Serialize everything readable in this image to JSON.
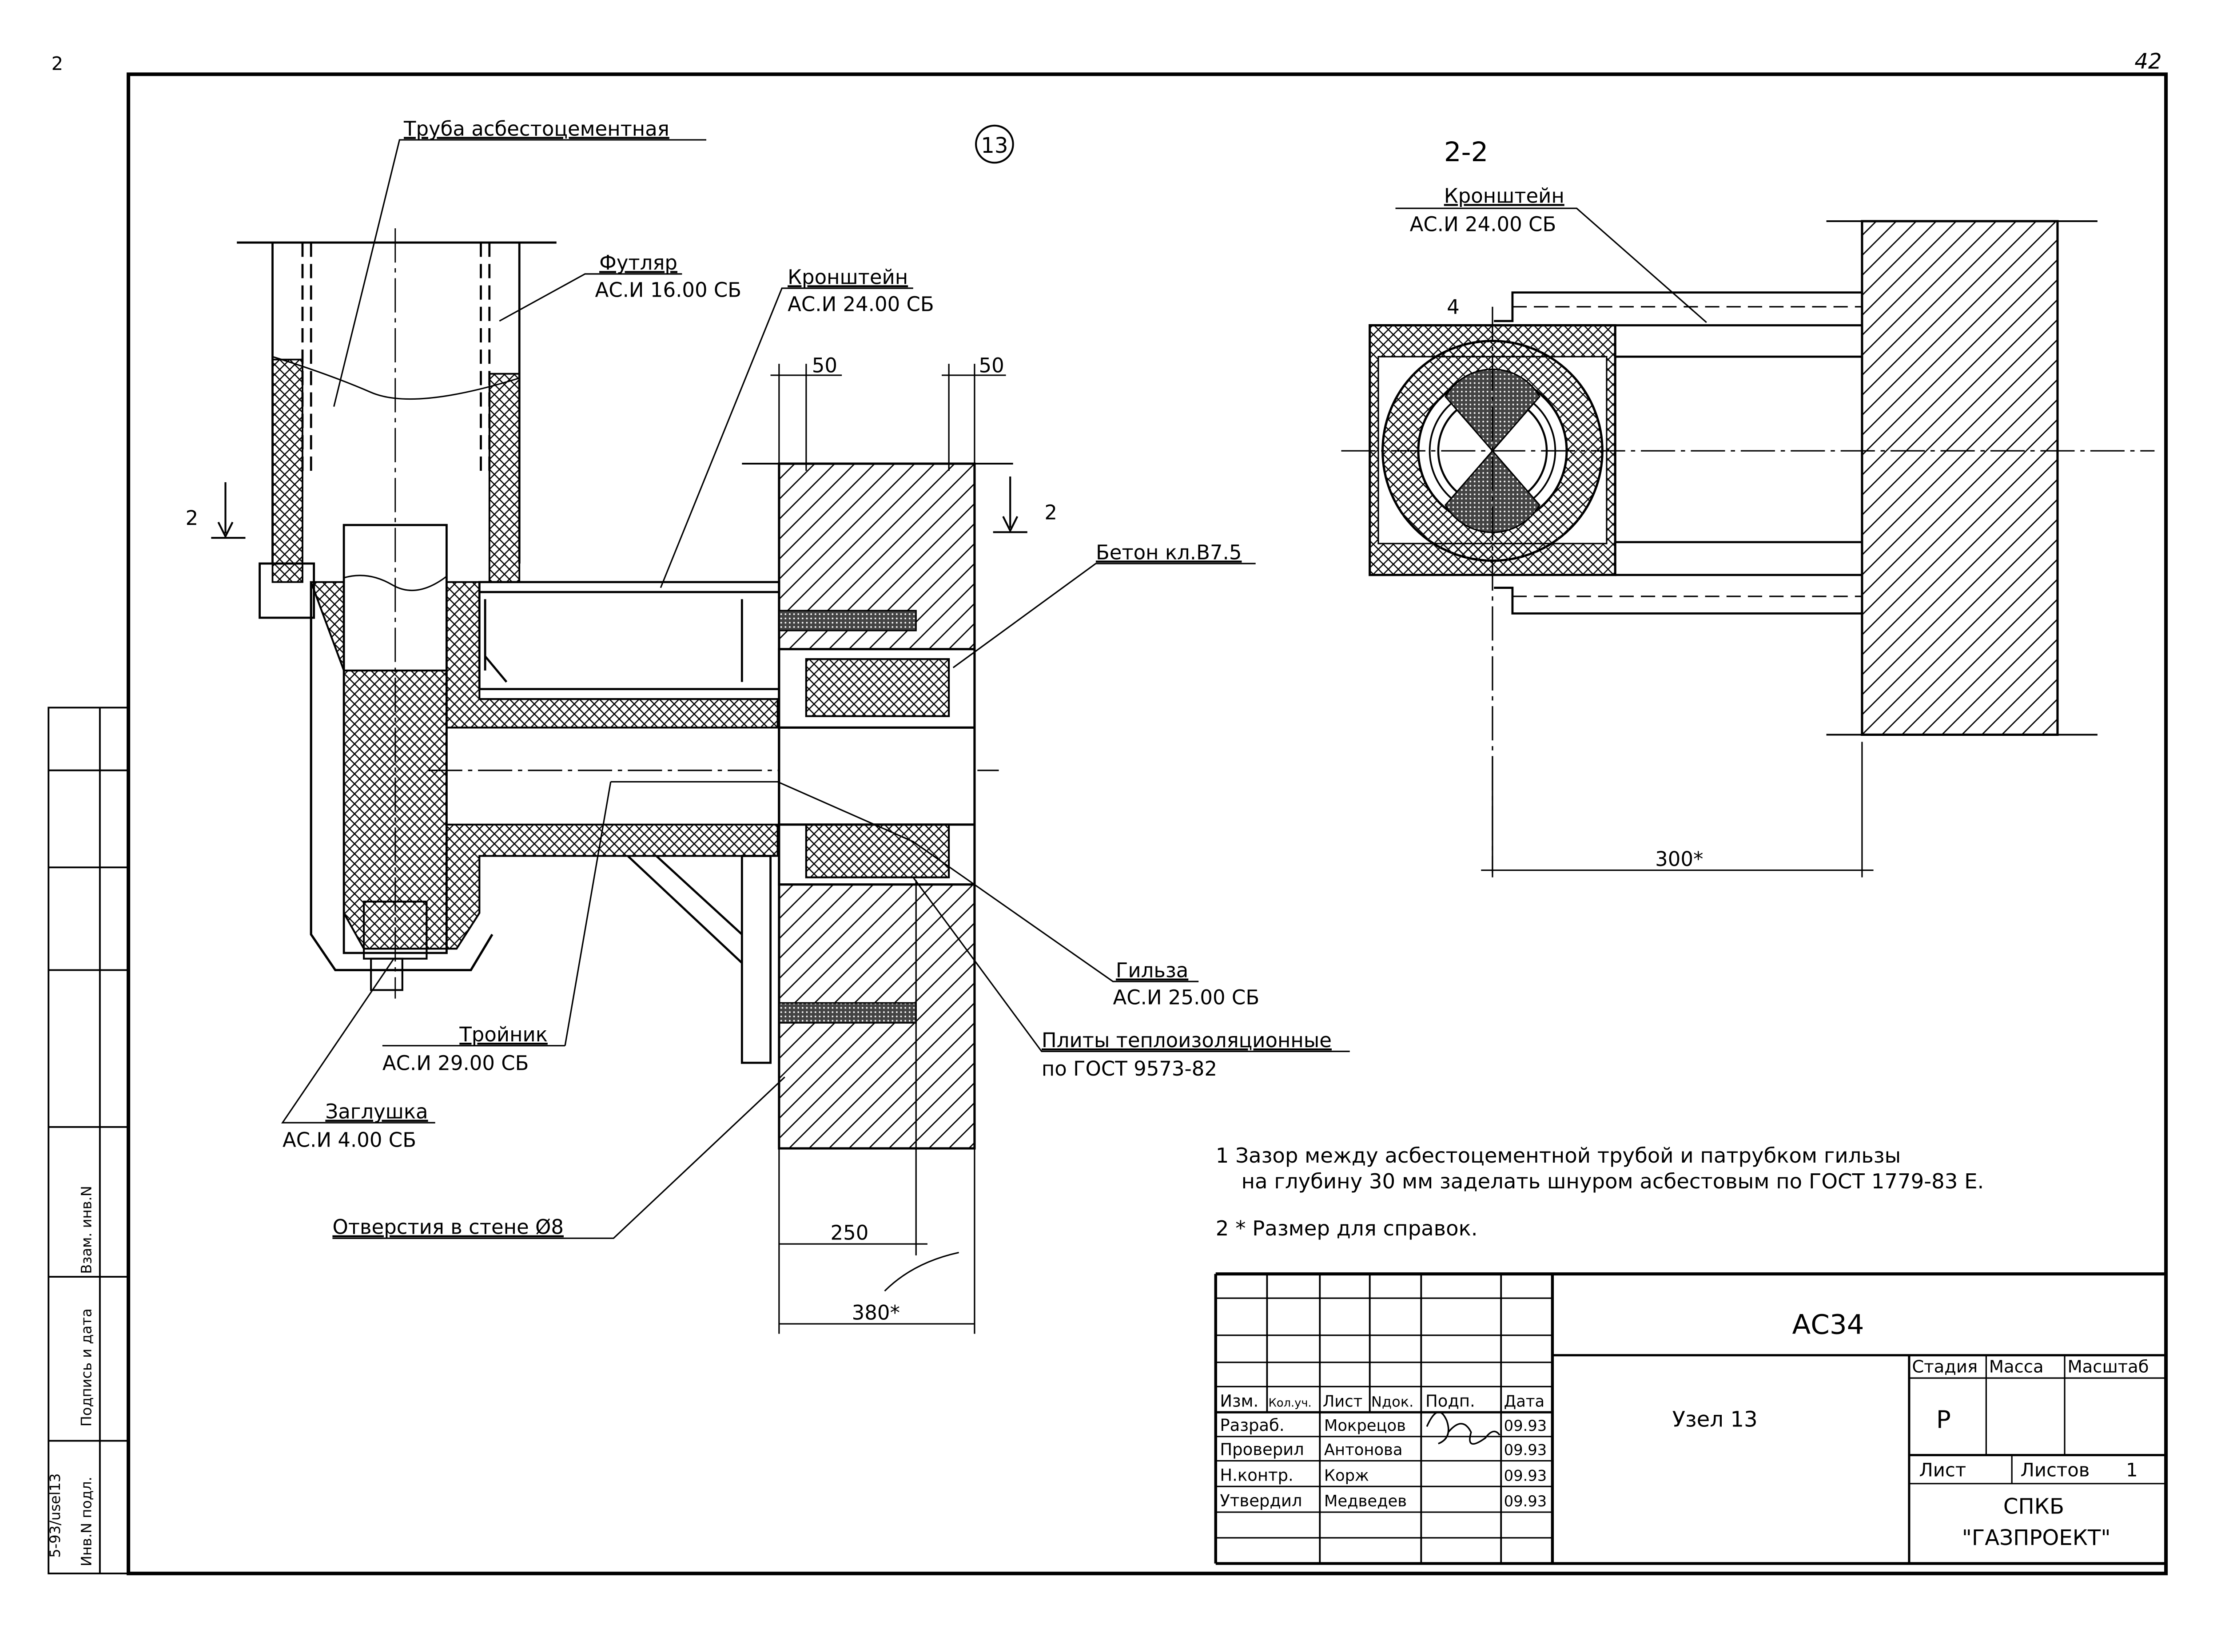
{
  "sheet": {
    "page_number": "42",
    "node_number": "13",
    "corner_mark": "2"
  },
  "main_view": {
    "labels": {
      "asbestos_pipe": "Труба асбестоцементная",
      "casing": "Футляр",
      "casing_code": "АС.И 16.00 СБ",
      "bracket": "Кронштейн",
      "bracket_code": "АС.И 24.00 СБ",
      "concrete": "Бетон кл.В7.5",
      "tee": "Тройник",
      "tee_code": "АС.И 29.00 СБ",
      "plug": "Заглушка",
      "plug_code": "АС.И 4.00 СБ",
      "sleeve": "Гильза",
      "sleeve_code": "АС.И 25.00 СБ",
      "plates": "Плиты теплоизоляционные",
      "plates_std": "по ГОСТ 9573-82",
      "holes": "Отверстия в стене Ø8"
    },
    "dims": {
      "d50_left": "50",
      "d50_right": "50",
      "d250": "250",
      "d380": "380*"
    },
    "section_marks": {
      "left": "2",
      "right": "2"
    }
  },
  "section_view": {
    "title": "2-2",
    "bracket": "Кронштейн",
    "bracket_code": "АС.И 24.00 СБ",
    "item_no": "4",
    "dim_300": "300*"
  },
  "notes": [
    "1  Зазор между асбестоцементной трубой и патрубком гильзы",
    "на глубину 30 мм заделать шнуром  асбестовым по ГОСТ 1779-83 Е.",
    "2  * Размер для справок."
  ],
  "left_strip": {
    "vzam": "Взам. инв.N",
    "podpis": "Подпись и дата",
    "inv": "Инв.N подл.",
    "file": "5-93/usel13"
  },
  "title_block": {
    "code": "АС34",
    "name": "Узел 13",
    "stage_hdr": "Стадия",
    "mass_hdr": "Масса",
    "scale_hdr": "Масштаб",
    "stage": "Р",
    "sheet_hdr": "Лист",
    "sheets_hdr": "Листов",
    "sheets_val": "1",
    "org1": "СПКБ",
    "org2": "\"ГАЗПРОЕКТ\"",
    "cols": {
      "izm": "Изм.",
      "kol": "Кол.уч.",
      "list": "Лист",
      "ndok": "Nдок.",
      "podp": "Подп.",
      "data": "Дата"
    },
    "rows": [
      {
        "role": "Разраб.",
        "name": "Мокрецов",
        "date": "09.93"
      },
      {
        "role": "Проверил",
        "name": "Антонова",
        "date": "09.93"
      },
      {
        "role": "Н.контр.",
        "name": "Корж",
        "date": "09.93"
      },
      {
        "role": "Утвердил",
        "name": "Медведев",
        "date": "09.93"
      }
    ]
  }
}
